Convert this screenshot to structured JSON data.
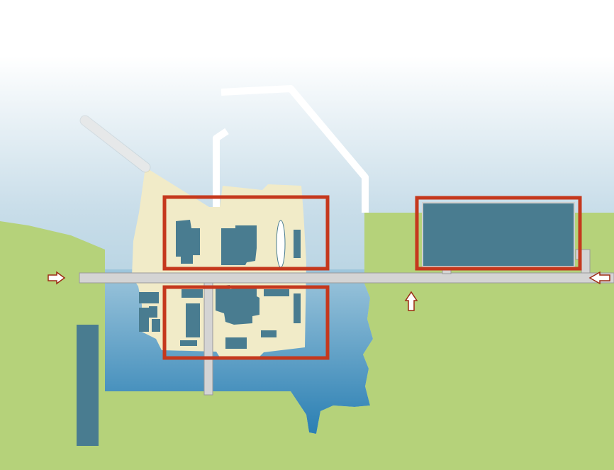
{
  "map": {
    "colors": {
      "sky_top": "#ffffff",
      "water": "#a3c9dc",
      "water_deep": "#2a7fb3",
      "land": "#b5d27a",
      "sand": "#f1ebc8",
      "pier": "#ffffff",
      "road": "#d4d4d4",
      "building": "#497c90",
      "highlight": "#c5381d",
      "arrow": "#9b2a12"
    },
    "features": [
      {
        "name": "breakwater-west"
      },
      {
        "name": "breakwater-center"
      },
      {
        "name": "breakwater-east"
      },
      {
        "name": "main-road"
      },
      {
        "name": "side-road"
      },
      {
        "name": "tank-building"
      },
      {
        "name": "isolated-building"
      }
    ],
    "highlight_boxes": [
      {
        "name": "highlight-box-north-block"
      },
      {
        "name": "highlight-box-south-block"
      },
      {
        "name": "highlight-box-east-block"
      }
    ],
    "arrows": [
      {
        "name": "arrow-west-entrance",
        "direction": "right"
      },
      {
        "name": "arrow-south-entrance",
        "direction": "up"
      },
      {
        "name": "arrow-east-entrance",
        "direction": "left"
      }
    ]
  }
}
